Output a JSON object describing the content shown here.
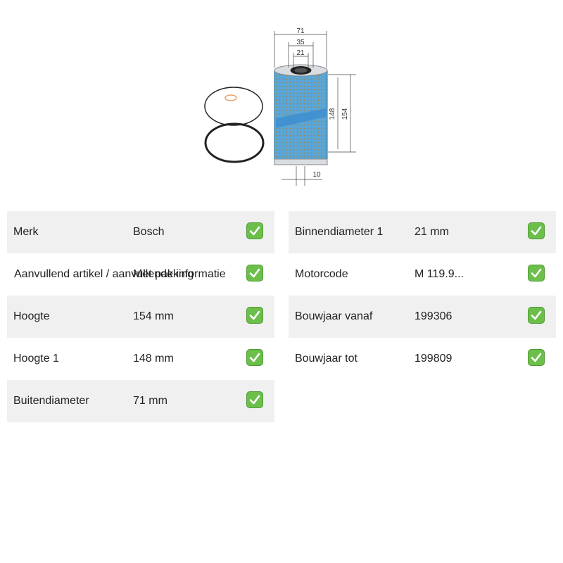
{
  "figure": {
    "dimensions": {
      "outer_diameter": "71",
      "mid_diameter": "35",
      "inner_diameter": "21",
      "height": "154",
      "height_1": "148",
      "offset": "10"
    },
    "colors": {
      "filter_media": "#5aa6d8",
      "band": "#3d8ed1",
      "ring": "#222222",
      "small_ring": "#e8a060"
    }
  },
  "specs_left": [
    {
      "label": "Merk",
      "value": "Bosch"
    },
    {
      "label": "Aanvullend artikel / aanvullende informatie",
      "value": "Met pakking"
    },
    {
      "label": "Hoogte",
      "value": "154 mm"
    },
    {
      "label": "Hoogte 1",
      "value": "148 mm"
    },
    {
      "label": "Buitendiameter",
      "value": "71 mm"
    }
  ],
  "specs_right": [
    {
      "label": "Binnendiameter 1",
      "value": "21 mm"
    },
    {
      "label": "Motorcode",
      "value": "M 119.9..."
    },
    {
      "label": "Bouwjaar vanaf",
      "value": "199306"
    },
    {
      "label": "Bouwjaar tot",
      "value": "199809"
    }
  ],
  "check_icon": "check-mark-icon",
  "check_color": "#6bbf4a"
}
